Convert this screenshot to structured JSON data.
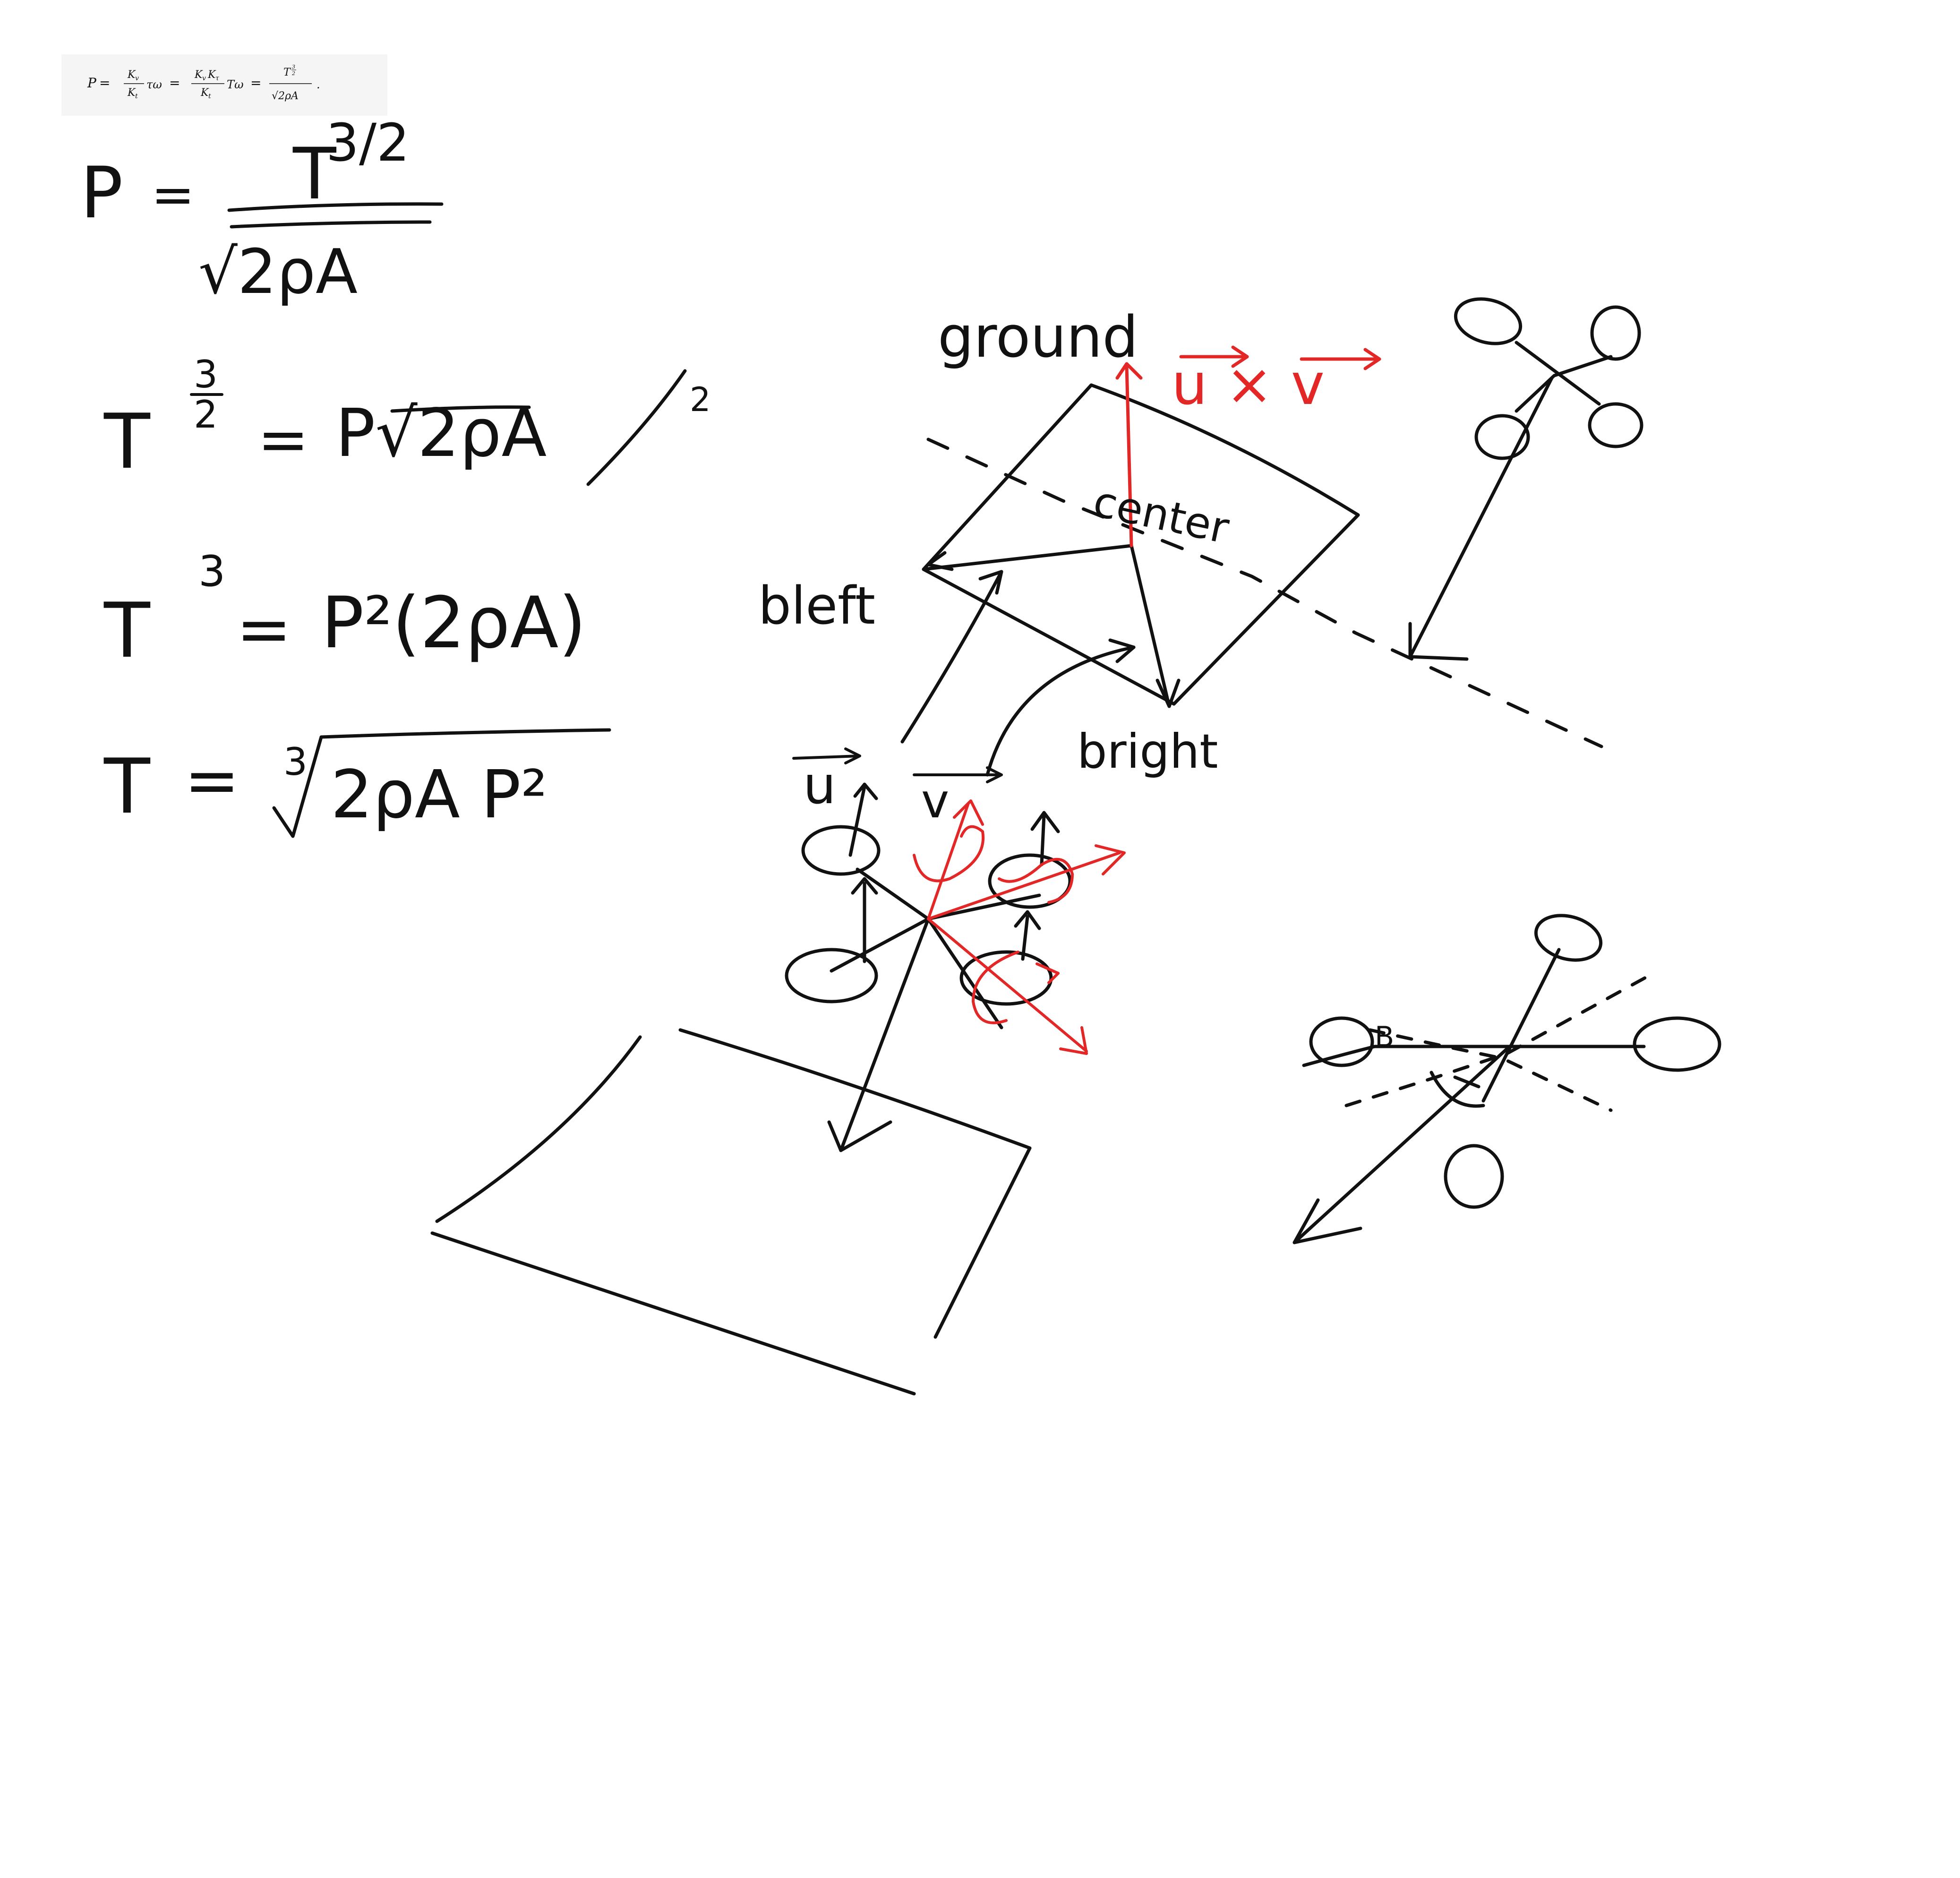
{
  "typeset_formula": {
    "lhs": "P",
    "eq": "=",
    "f1_num": "K",
    "f1_num_sub": "v",
    "f1_den": "K",
    "f1_den_sub": "t",
    "f1_after": "τω",
    "f2_num": "K",
    "f2_num_sub": "v",
    "f2_num2": "K",
    "f2_num2_sub": "τ",
    "f2_den": "K",
    "f2_den_sub": "t",
    "f2_after": "Tω",
    "f3_num": "T",
    "f3_num_exp_num": "3",
    "f3_num_exp_den": "2",
    "f3_den": "√2ρA",
    "end": "."
  },
  "handwritten_equations": [
    {
      "lhs": "P",
      "eq": "=",
      "num": "T",
      "exp": "3/2",
      "den": "√2ρA"
    },
    {
      "lhs": "T",
      "exp_num": "3",
      "exp_den": "2",
      "eq": "=",
      "rhs": "P√2ρA",
      "annotation": "/ 2"
    },
    {
      "lhs": "T",
      "exp": "3",
      "eq": "=",
      "rhs": "P²(2ρA)"
    },
    {
      "lhs": "T",
      "eq": "=",
      "root_index": "3",
      "radicand": "2ρA P²"
    }
  ],
  "labels": {
    "ground": "ground",
    "u_cross_v": "u × v",
    "center": "center",
    "bleft": "bleft",
    "bright": "bright",
    "vec_u": "u",
    "vec_v": "v",
    "angle_b": "B"
  },
  "colors": {
    "ink": "#111111",
    "red_ink": "#e32626",
    "formula_bg": "#f5f5f5"
  }
}
